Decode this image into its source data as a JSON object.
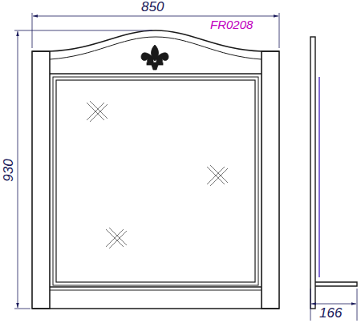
{
  "diagram": {
    "labels": [
      "850",
      "FR0208",
      "930",
      "166"
    ]
  }
}
